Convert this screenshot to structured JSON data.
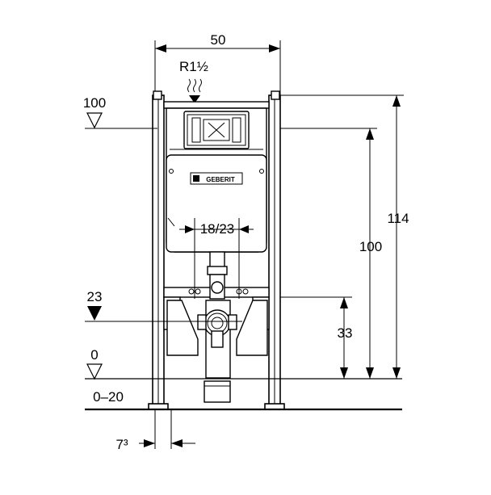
{
  "dimensions": {
    "width_top": "50",
    "pipe_thread": "R1½",
    "flush_spacing": "18/23",
    "height_total": "114",
    "height_button": "100",
    "height_waste": "33",
    "offset_bottom": "7³"
  },
  "levels": {
    "top": "100",
    "waste": "23",
    "floor": "0",
    "adjust": "0–20"
  },
  "brand": "GEBERIT"
}
